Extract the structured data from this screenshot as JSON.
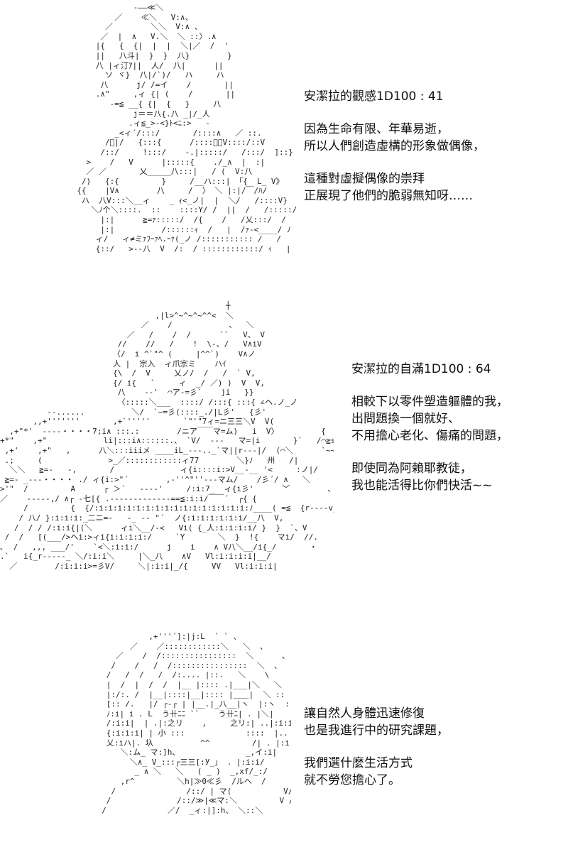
{
  "panels": [
    {
      "heading": "安潔拉的觀感1D100 : 41",
      "paragraphs": [
        [
          "因為生命有限、年華易逝，",
          "所以人們創造虛構的形象做偶像，"
        ],
        [
          "這種對虛擬偶像的崇拜",
          "正展現了他們的脆弱無知呀……"
        ]
      ]
    },
    {
      "heading": "安潔拉的自滿1D100 : 64",
      "paragraphs": [
        [
          "相較下以零件塑造軀體的我，",
          "出問題換一個就好、",
          "不用擔心老化、傷痛的問題，"
        ],
        [
          "即使同為阿賴耶教徒，",
          "我也能活得比你們快活~~"
        ]
      ]
    },
    {
      "heading": "",
      "paragraphs": [
        [
          "讓自然人身體迅速修復",
          "也是我進行中的研究課題，"
        ],
        [
          "我們選什麼生活方式",
          "就不勞您擔心了。"
        ]
      ]
    }
  ],
  "art": {
    "figure_top": "              ‐――≪＼\n          ／    ≪＼   V:∧、\n        ／        ＼＼  V:∧ 、\n       ／  |  ∧   V.＼  ＼ ::〉.∧\n      |{   {  {|  |  |  ＼|／  /  '\n      ||   八斗|  }  }  八}        }\n      八 |ィ汀ｱ||  人/  八|      ||\n        ソ ヾ}  八|/`)/   ハ     ハ\n       八      j/ /=イ    /       ||\n      .∧\"     ,ィ {| (    /       ||\n         ‐=≦ __{ {|  {   }     八\n              j＝＝八{.八 _|/_人\n             .ィ≦_>‐<}ﾄ<ﾆ:>   -\n          _<ィ´/:::/       /::::∧   ／ ::.\n        /ﾞ|/   {:::{      /::::／￣V::::/::V\n       /::/     !:::/    ‐.|:::::/   /:::/  ]::}\n    >    /   V      |:::::{    ./_∧  |  :|\n    ／ ／       乂_____八:::|   / (  V:八\n   /)   {:{         }     /__ハ:::| 「{  L_ V》\n  {{    |V∧        八     /  〉 ＼ |:|/￣/ﾊ/ \n   ハ  八V:::＼__ィ    _ ｨ<_ノ|  |  ＼/   /::::V}\n     ＼ﾉ个＼::::.  ::    ::::Y/ /  ||  /   /:::::/  ﾊ\n       |:|      ≧=ｧ:::::/  /{    /   /乂:::/  /\n       |:|          /::::::ｨ  /   |  /ｧ‐<____/ ﾉ\n      ィ/   ィ≠ミｧﾌｰｧﾍ.ｰｧ(_ノ /::::::::::: /   /\n      {::/   >‐‐八  V  /:  / ::::::::::::/ ｨ   |\n",
    "figure_middle": "                                                ┼\n                                 ,|l>^~^~^~^^<  ＼\n                              ／    /            、  ＼\n                           ／   /    /  /      ``   V、 V\n                         //    //   /    !  \\-、/   V∧iV\n                        〈/  i ^`\"^ (     |^^`)    V∧ノ\n                        人 |  宗入  ィ爪宗ミ    ハｲ\n                        {\\  /  V     乂ノ/  /   /  ` V,\n                        {/ i{   `     ィ  _/ ／) )  V  V,\n                         八    ‐‐'  ⌒ア‐=彡`    ji   }}\n                         〈:::::＼___  ::::/ /:::{ :::{ ∠ヘ.ノ_ノ\n          --......          ＼/  `~=彡(::::_./|L彡'   {彡'\n       ,,+'''''''       ,+`'''''       `\"'\"7ィ=ニ三三＼V  V(                      .\n  ,+\"*'  ‐‐‐‐・・・・7;i∧ :::.:        /ニア￣￣マ=ム)   i  V〉         {\n+*\"    ,+\"            li|:::i∧::::::.、 `V/  ‐‐‐   マ=|i       }`   /⌒≧s\n ,+'    ,+\"   ,      八＼:::iiiメ ____iL_‐‐‐.._`マ||r‐‐‐|/  (⌒＼      `~~~''<\n .;     (              >_／::::::::::::ィ77        ＼}ﾉ   州   /|        ＼\n  ＼＼   ≧=-   -,       /              ィ{i::::i:>V__-__ '<     :ノ|/      ＼\n ≧=- _-‐‐・・・・ ./ ィ{i:>\"´        ,-''^\"''---マム/    /彡´/ ∧   ＼      \\\n>'\"  /         A      ┌ ＞´   -‐‐‐'     /:i:7_  ィ{i彡'      ﹀        、\n／    -‐‐‐‐,/ ∧┌ ‐七[{ .-‐‐‐‐‐‐‐‐‐‐‐‐==≦:i:i/￣￣´  ┌{ {                  、\n     /         {  {/:i:i:i:i:i:i:i:i:i:i:i:i:i:i:i:i:ﾉ____( =≦  {r‐‐‐‐v___{ {,                  、\n    / 八/ }:i:i:i:_二ニ=‐   ‐_ ‐‐ \"´  ノ{:i:i:i:i:i:i/__八  V,\n   /  / / /:i:i{|(＼      ィi＼__/‐<   Vi( {_人:i:i:i:i/ }  }  `、V\n /  /   [(___/>へi:>ィi{i:i:i:i:/     `Y       ＼  }  !{    マi/  //.       ／＼       ≧=‐\n､  /   ,,, ___/'    `<＼:i:i:/      j    i    ∧ V八＼__/i{_/       ・     ＼    ≧=‐‐  ‐‐ア\n.`   i{_r‐‐‐‐-_ ＼/:i:i＼     |＼_八    ∧V   Vl:i:i:i:i|__/                       ≧=‐‐\n  ／        /:i:i:i>=彡V/     ＼|:i:i|_/{     VV   Vl:i:i:i|\n",
    "figure_bottom": "               ,+'''´]:|j:L  ` ` 、\n           ／    ／::::::::::::＼   ＼  、\n        ／    /  /::::::::::::::::  ＼      、\n       /    /   /  /::::::::::::::::  ＼  、   ＼\n      /   /  /   /  /:.... |::.   ＼    \\\n      |  /  |  /  /  |__ |:::: .|___|＼   ＼   |\n      |:/:. /  |__|::::|__|:::: |＿＿|  ＼ ::   ＼|\n      [:: /.   |/ ┌‐┌ | |__.|_八__|ヽ  |:ヽ  ::  |\n      ﾉ:i| i . L  う卄ﾆﾆ ``    う卄ﾆ| . |＼|\n      /:i:i|  | .|:之リ    ,     之リ:| ..|:i:i:∧\n      {:i:i:i| | 小 :::             ::::  |.. |:i:i:i:∧\n      乂:iハ|. 圦          ^^         /| . |:i:i:i:i}\n         ＼:ム_ マ:]h、              _,イ:i|   |  :i:i:iノ\n           ＼∧_ V_:::┌三三[:У_」 . |:i:i/\n            _ ∧ ＼   ＼   ( _ )  _,xf/_:/\n         ,r^         ＼h|≫0≪彡  /ルヘ  /\n       /               /::/ | マ(           V/\n      /              /::/≫|≪マ:＼         V /\n     /             ／/  _ィ:|]:h、 ＼::＼         V/\n"
  }
}
